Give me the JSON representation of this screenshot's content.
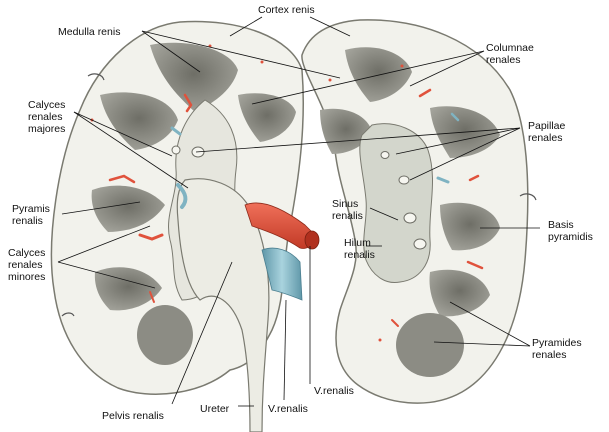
{
  "labels": {
    "cortex_renis": "Cortex renis",
    "medulla_renis": "Medulla renis",
    "columnae_1": "Columnae",
    "columnae_2": "renales",
    "calyces_majores_1": "Calyces",
    "calyces_majores_2": "renales",
    "calyces_majores_3": "majores",
    "papillae_1": "Papillae",
    "papillae_2": "renales",
    "pyramis_1": "Pyramis",
    "pyramis_2": "renalis",
    "sinus_1": "Sinus",
    "sinus_2": "renalis",
    "basis_1": "Basis",
    "basis_2": "pyramidis",
    "hilum_1": "Hilum",
    "hilum_2": "renalis",
    "calyces_minores_1": "Calyces",
    "calyces_minores_2": "renales",
    "calyces_minores_3": "minores",
    "pyramides_1": "Pyramides",
    "pyramides_2": "renales",
    "v_renalis_right": "V.renalis",
    "pelvis_renalis": "Pelvis renalis",
    "ureter": "Ureter",
    "v_renalis_bottom": "V.renalis"
  },
  "colors": {
    "cortex": "#f2f2ec",
    "cortex_outline": "#7a7a70",
    "pyramid": "#8c8c84",
    "pyramid_dark": "#6e6e66",
    "sinus": "#d3d6cc",
    "pelvis": "#e6e6de",
    "vein_blue": "#7fb3c2",
    "artery_red": "#e0523c",
    "leader": "#111111",
    "text": "#111111"
  }
}
